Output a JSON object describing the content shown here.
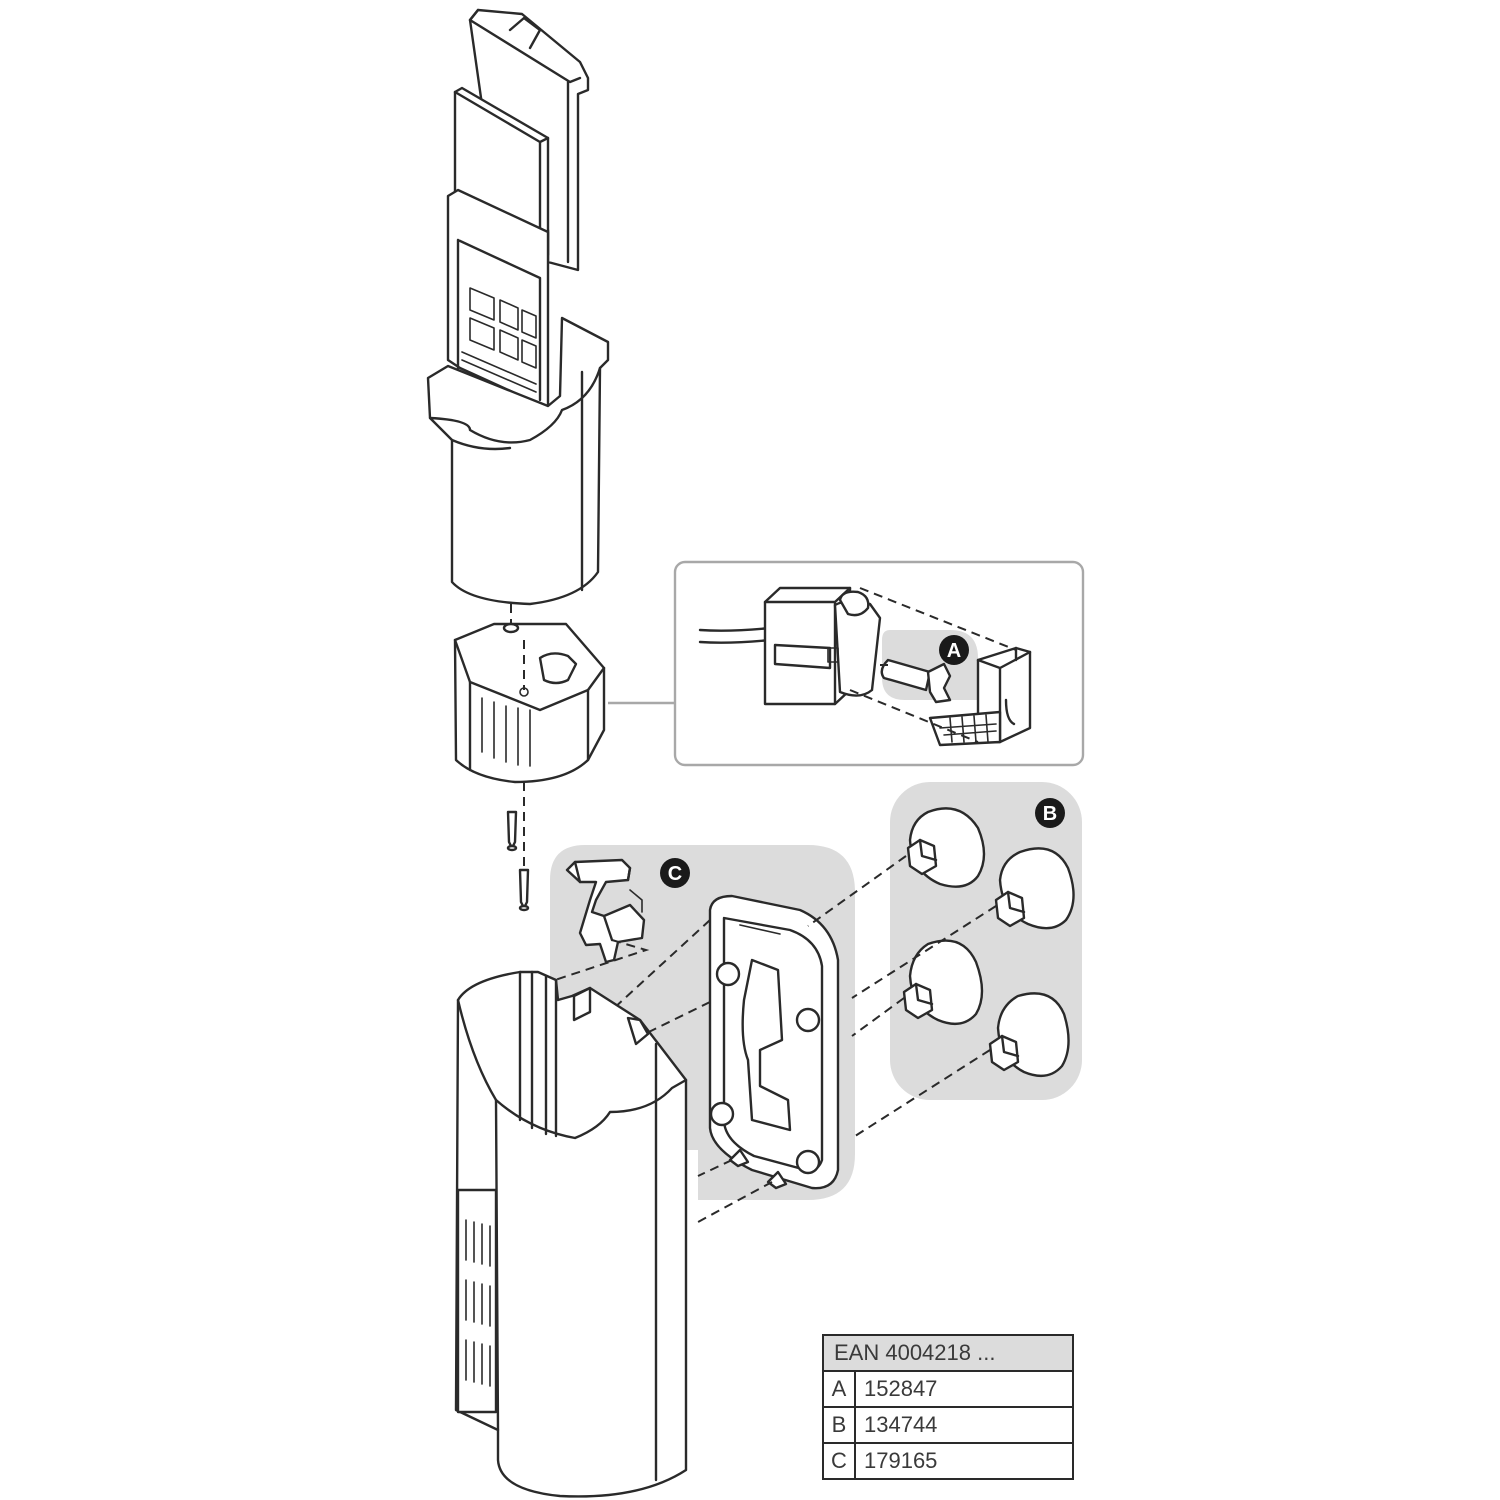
{
  "callouts": {
    "a": "A",
    "b": "B",
    "c": "C"
  },
  "colors": {
    "panel_gray": "#dcdcdc",
    "line": "#2a2a2a",
    "callout_fill": "#1a1a1a"
  },
  "parts_table": {
    "header": "EAN 4004218 ...",
    "rows": [
      {
        "key": "A",
        "code": "152847"
      },
      {
        "key": "B",
        "code": "134744"
      },
      {
        "key": "C",
        "code": "179165"
      }
    ]
  }
}
